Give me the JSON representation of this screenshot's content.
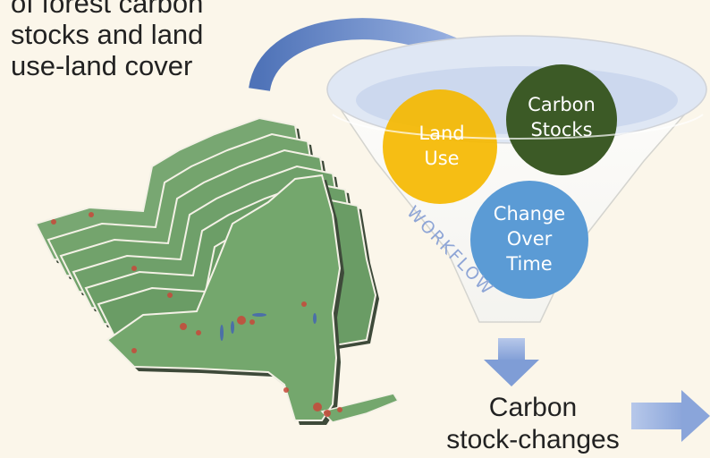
{
  "intro_text": {
    "line_1": "of forest carbon",
    "line_2": "stocks and land",
    "line_3": "use-land cover"
  },
  "funnel": {
    "workflow_label": "WORKFLOW",
    "circles": [
      {
        "line_1": "Land",
        "line_2": "Use",
        "color": "#f5b800"
      },
      {
        "line_1": "Carbon",
        "line_2": "Stocks",
        "color": "#3c5a26"
      },
      {
        "line_1": "Change",
        "line_2": "Over",
        "line_3": "Time",
        "color": "#5b9bd5"
      }
    ]
  },
  "output": {
    "line_1": "Carbon",
    "line_2": "stock-changes"
  },
  "colors": {
    "arrow": "#7f9dd6",
    "map_green": "#6fa06a",
    "map_urban": "#c8493a"
  }
}
